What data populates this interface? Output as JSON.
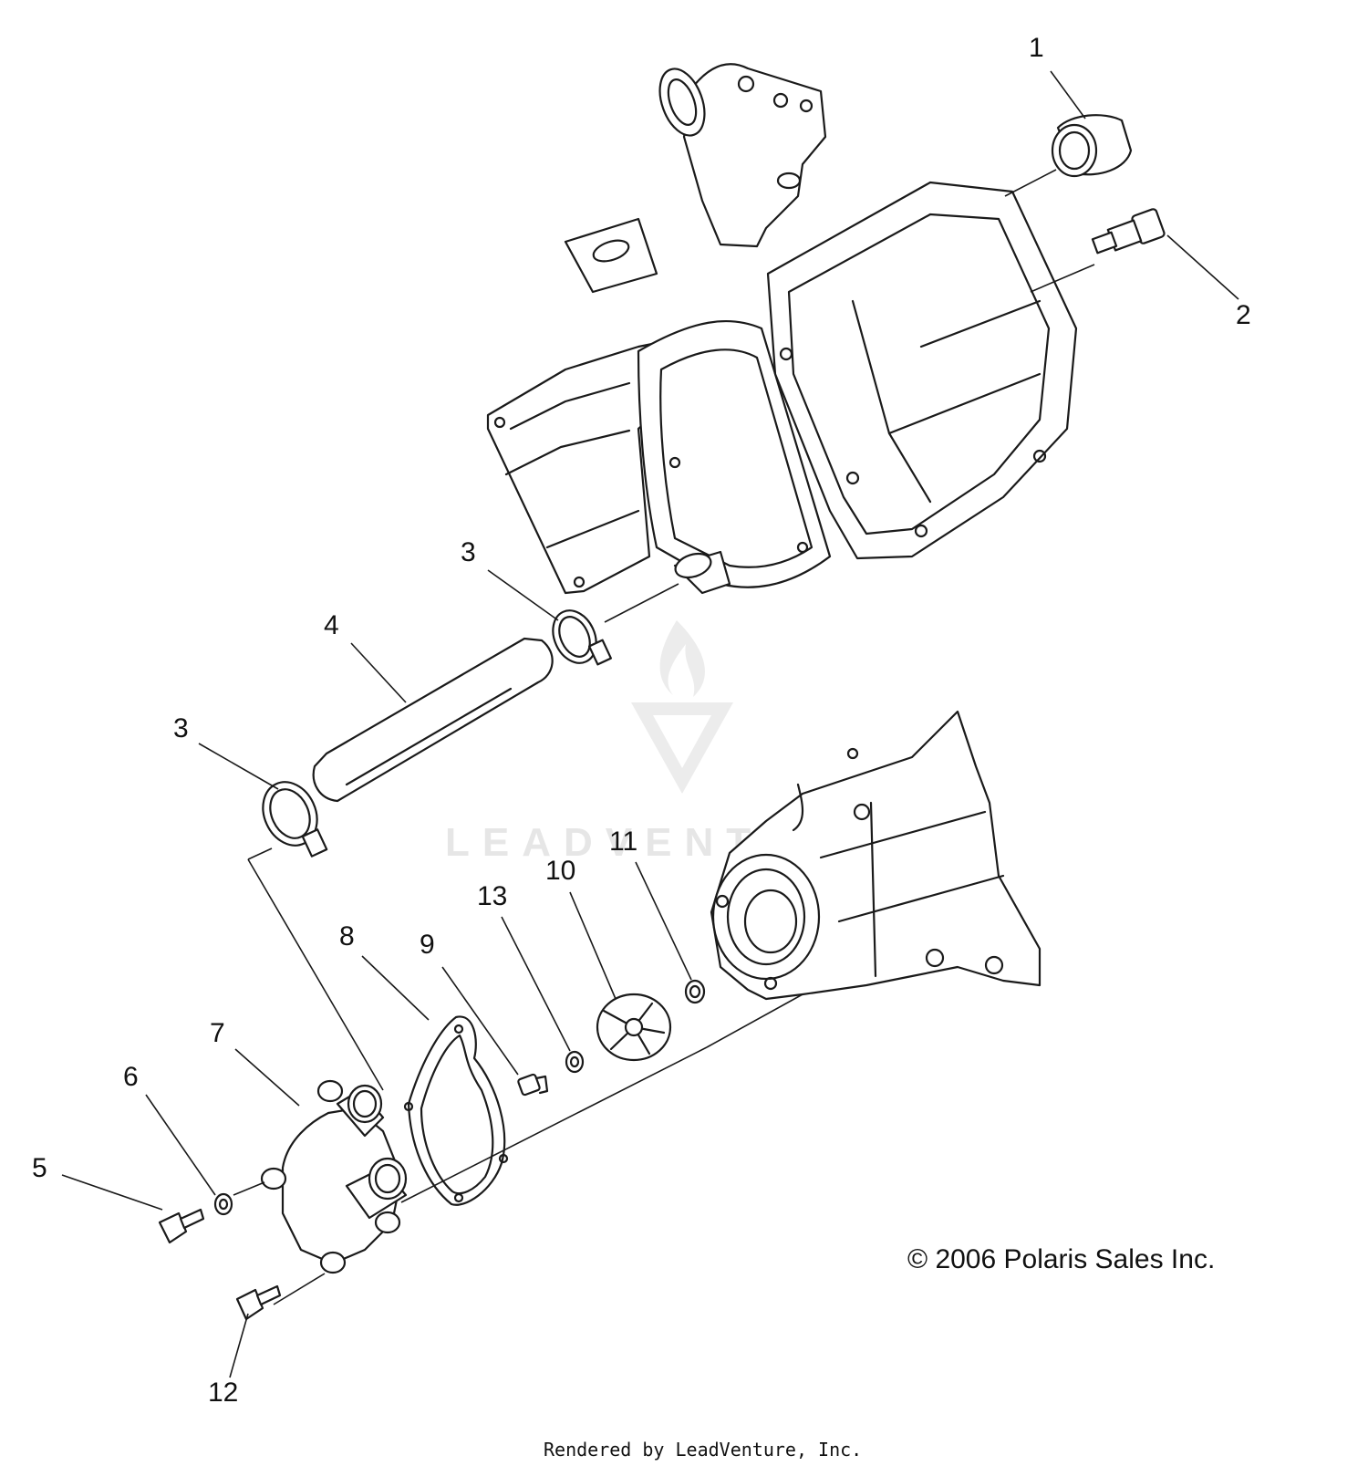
{
  "callouts": [
    "1",
    "2",
    "3",
    "4",
    "5",
    "6",
    "7",
    "8",
    "9",
    "10",
    "11",
    "12",
    "13"
  ],
  "copyright": "© 2006 Polaris Sales Inc.",
  "render_credit": "Rendered by LeadVenture, Inc.",
  "watermark": {
    "text": "LEADVENTURE",
    "color": "#e6e6e6"
  }
}
